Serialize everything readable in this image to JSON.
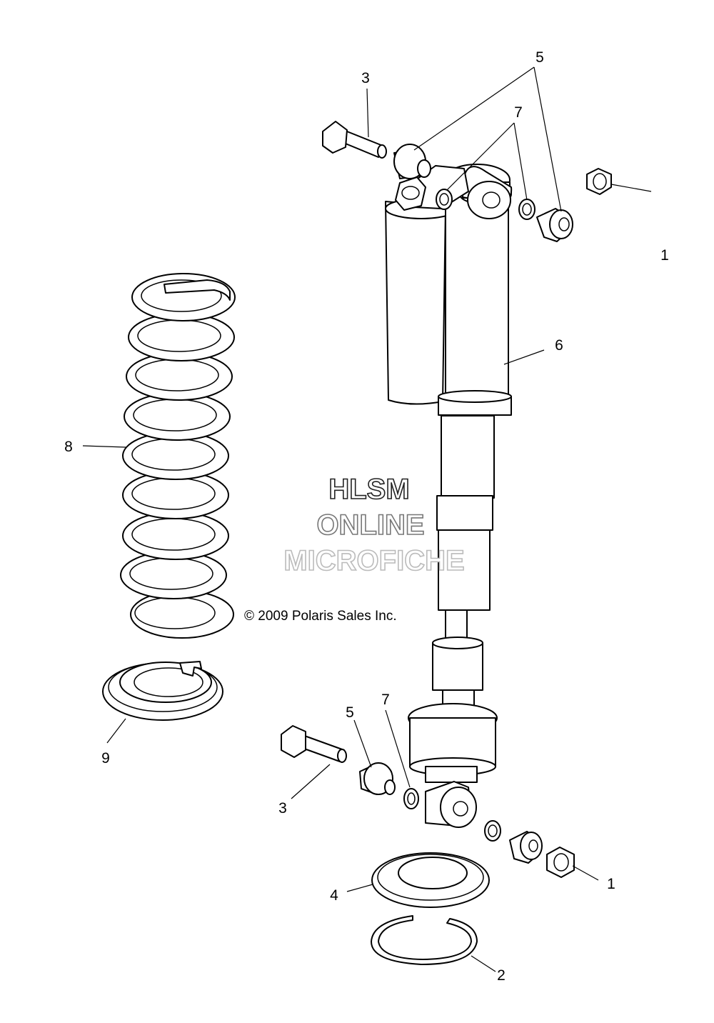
{
  "callouts": {
    "c1_top": "1",
    "c1_bottom": "1",
    "c2": "2",
    "c3_top": "3",
    "c3_bottom": "3",
    "c4": "4",
    "c5_top": "5",
    "c5_bottom": "5",
    "c6": "6",
    "c7_top": "7",
    "c7_bottom": "7",
    "c8": "8",
    "c9": "9"
  },
  "watermark": {
    "line1": "HLSM",
    "line2": "ONLINE",
    "line3": "MICROFICHE"
  },
  "copyright": "© 2009 Polaris Sales Inc.",
  "colors": {
    "line": "#000000",
    "background": "#ffffff",
    "watermark_dark": "#222222",
    "watermark_mid": "#777777",
    "watermark_light": "#bbbbbb"
  }
}
